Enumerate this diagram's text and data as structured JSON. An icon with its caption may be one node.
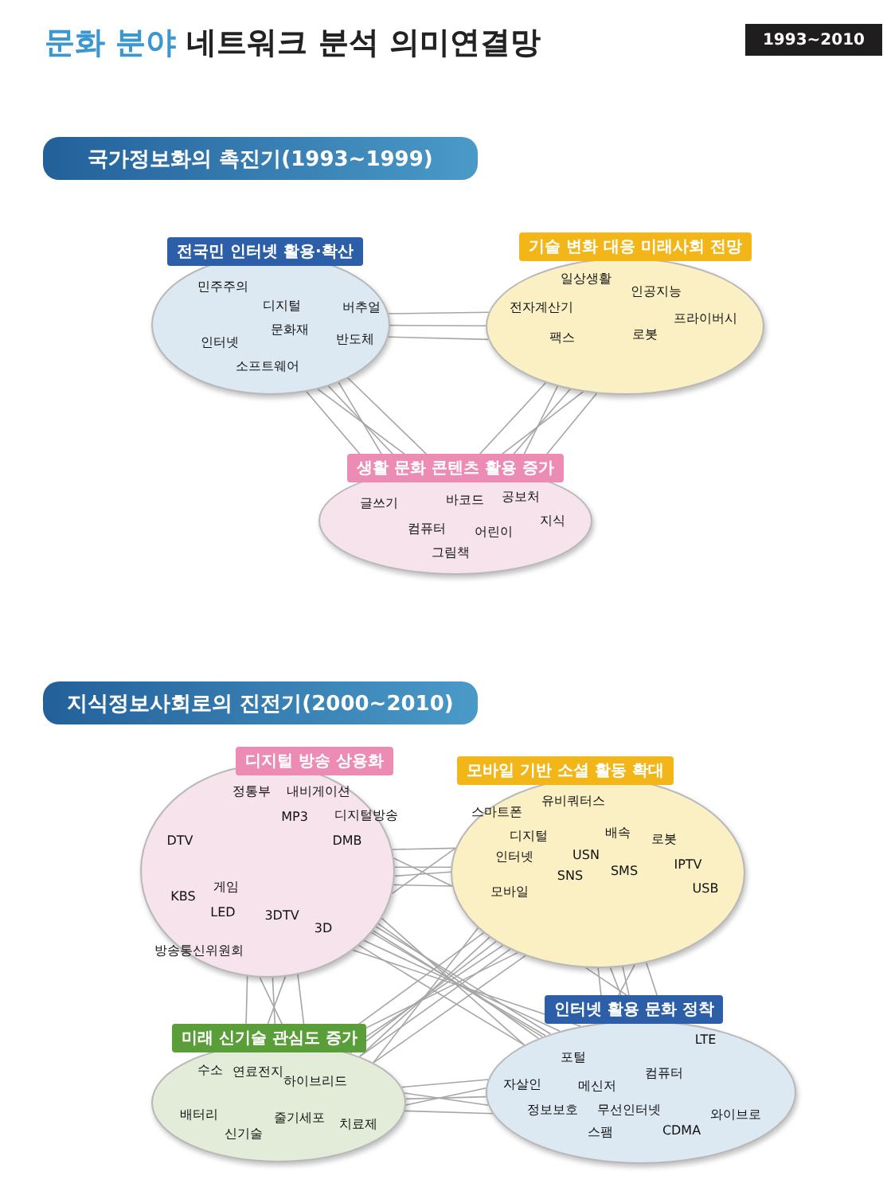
{
  "diagram": {
    "title": "문화 분야 네트워크 분석 의미연결망",
    "nodes": [
      {
        "text": [
          "국가정보화의 촉진기(1993~1999)"
        ]
      },
      {
        "text": [
          "전국민 인터넷 활용·확산",
          "민주주의",
          "디지털",
          "버추얼",
          "문화재",
          "인터넷",
          "반도체",
          "소프트웨어"
        ]
      },
      {
        "text": [
          "기술 변화 대응 미래사회 전망",
          "일상생활",
          "인공지능",
          "전자계산기",
          "프라이버시",
          "팩스",
          "로봇"
        ]
      },
      {
        "text": [
          "생활 문화 콘텐츠 활용 증가",
          "글쓰기",
          "바코드",
          "공보처",
          "컴퓨터",
          "어린이",
          "지식",
          "그림책"
        ]
      },
      {
        "text": [
          "지식정보사회로의 진전기(2000~2010)"
        ]
      },
      {
        "text": [
          "디지털 방송 상용화",
          "정통부",
          "내비게이션",
          "MP3",
          "디지털방송",
          "DTV",
          "DMB",
          "게임",
          "KBS",
          "LED",
          "3DTV",
          "3D",
          "방송통신위원회"
        ]
      },
      {
        "text": [
          "모바일 기반 소셜 활동 확대",
          "스마트폰",
          "유비쿼터스",
          "디지털",
          "배속",
          "로봇",
          "인터넷",
          "USN",
          "SNS",
          "SMS",
          "IPTV",
          "모바일",
          "USB"
        ]
      },
      {
        "text": [
          "미래 신기술 관심도 증가",
          "수소",
          "연료전지",
          "하이브리드",
          "배터리",
          "줄기세포",
          "치료제",
          "신기술"
        ]
      },
      {
        "text": [
          "인터넷 활용 문화 정착",
          "LTE",
          "포털",
          "자살인",
          "메신저",
          "컴퓨터",
          "정보보호",
          "무선인터넷",
          "와이브로",
          "스팸",
          "CDMA"
        ]
      }
    ],
    "edges": [
      {
        "from": 1,
        "to": 2,
        "arrow": "none"
      },
      {
        "from": 1,
        "to": 2,
        "arrow": "none"
      },
      {
        "from": 1,
        "to": 2,
        "arrow": "none"
      },
      {
        "from": 1,
        "to": 3,
        "arrow": "none"
      },
      {
        "from": 1,
        "to": 3,
        "arrow": "none"
      },
      {
        "from": 1,
        "to": 3,
        "arrow": "none"
      },
      {
        "from": 1,
        "to": 3,
        "arrow": "none"
      },
      {
        "from": 1,
        "to": 3,
        "arrow": "none"
      },
      {
        "from": 2,
        "to": 3,
        "arrow": "none"
      },
      {
        "from": 2,
        "to": 3,
        "arrow": "none"
      },
      {
        "from": 2,
        "to": 3,
        "arrow": "none"
      },
      {
        "from": 2,
        "to": 3,
        "arrow": "none"
      },
      {
        "from": 2,
        "to": 3,
        "arrow": "none"
      },
      {
        "from": 5,
        "to": 6,
        "arrow": "none"
      },
      {
        "from": 5,
        "to": 6,
        "arrow": "none"
      },
      {
        "from": 5,
        "to": 6,
        "arrow": "none"
      },
      {
        "from": 5,
        "to": 6,
        "arrow": "none"
      },
      {
        "from": 5,
        "to": 6,
        "arrow": "none"
      },
      {
        "from": 5,
        "to": 6,
        "arrow": "none"
      },
      {
        "from": 5,
        "to": 7,
        "arrow": "none"
      },
      {
        "from": 5,
        "to": 7,
        "arrow": "none"
      },
      {
        "from": 5,
        "to": 7,
        "arrow": "none"
      },
      {
        "from": 5,
        "to": 7,
        "arrow": "none"
      },
      {
        "from": 5,
        "to": 7,
        "arrow": "none"
      },
      {
        "from": 5,
        "to": 8,
        "arrow": "none"
      },
      {
        "from": 5,
        "to": 8,
        "arrow": "none"
      },
      {
        "from": 5,
        "to": 8,
        "arrow": "none"
      },
      {
        "from": 5,
        "to": 8,
        "arrow": "none"
      },
      {
        "from": 5,
        "to": 8,
        "arrow": "none"
      },
      {
        "from": 5,
        "to": 8,
        "arrow": "none"
      },
      {
        "from": 5,
        "to": 8,
        "arrow": "none"
      },
      {
        "from": 5,
        "to": 8,
        "arrow": "none"
      },
      {
        "from": 6,
        "to": 7,
        "arrow": "none"
      },
      {
        "from": 6,
        "to": 7,
        "arrow": "none"
      },
      {
        "from": 6,
        "to": 7,
        "arrow": "none"
      },
      {
        "from": 6,
        "to": 7,
        "arrow": "none"
      },
      {
        "from": 6,
        "to": 7,
        "arrow": "none"
      },
      {
        "from": 6,
        "to": 7,
        "arrow": "none"
      },
      {
        "from": 6,
        "to": 7,
        "arrow": "none"
      },
      {
        "from": 6,
        "to": 7,
        "arrow": "none"
      },
      {
        "from": 6,
        "to": 8,
        "arrow": "none"
      },
      {
        "from": 6,
        "to": 8,
        "arrow": "none"
      },
      {
        "from": 6,
        "to": 8,
        "arrow": "none"
      },
      {
        "from": 6,
        "to": 8,
        "arrow": "none"
      },
      {
        "from": 6,
        "to": 8,
        "arrow": "none"
      },
      {
        "from": 6,
        "to": 8,
        "arrow": "none"
      },
      {
        "from": 7,
        "to": 8,
        "arrow": "none"
      },
      {
        "from": 7,
        "to": 8,
        "arrow": "none"
      },
      {
        "from": 7,
        "to": 8,
        "arrow": "none"
      },
      {
        "from": 7,
        "to": 8,
        "arrow": "none"
      },
      {
        "from": 7,
        "to": 8,
        "arrow": "none"
      }
    ],
    "labels": [
      "1993~2010"
    ]
  }
}
